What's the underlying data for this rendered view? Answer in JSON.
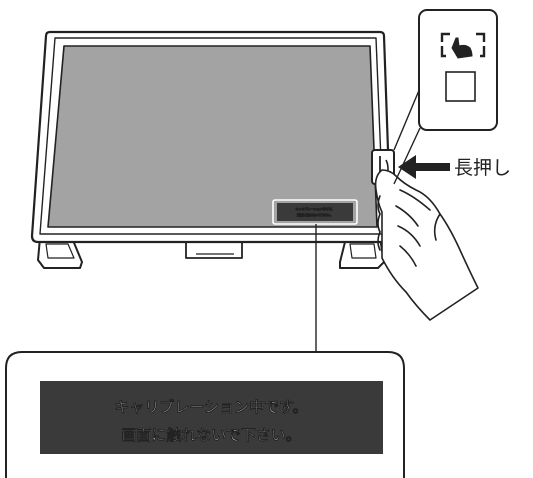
{
  "callout": {
    "line1": "キャリブレーション中です。",
    "line2": "画面に触れないで下さい。"
  },
  "arrow": {
    "label": "長押し"
  },
  "colors": {
    "outline": "#222222",
    "screen": "#a3a3a3",
    "bezel": "#ffffff",
    "message_box": "#3a3a3a",
    "message_text": "#ffffff"
  },
  "icons": {
    "touch": "hand-pointer-icon",
    "blank": "empty-square-icon"
  }
}
